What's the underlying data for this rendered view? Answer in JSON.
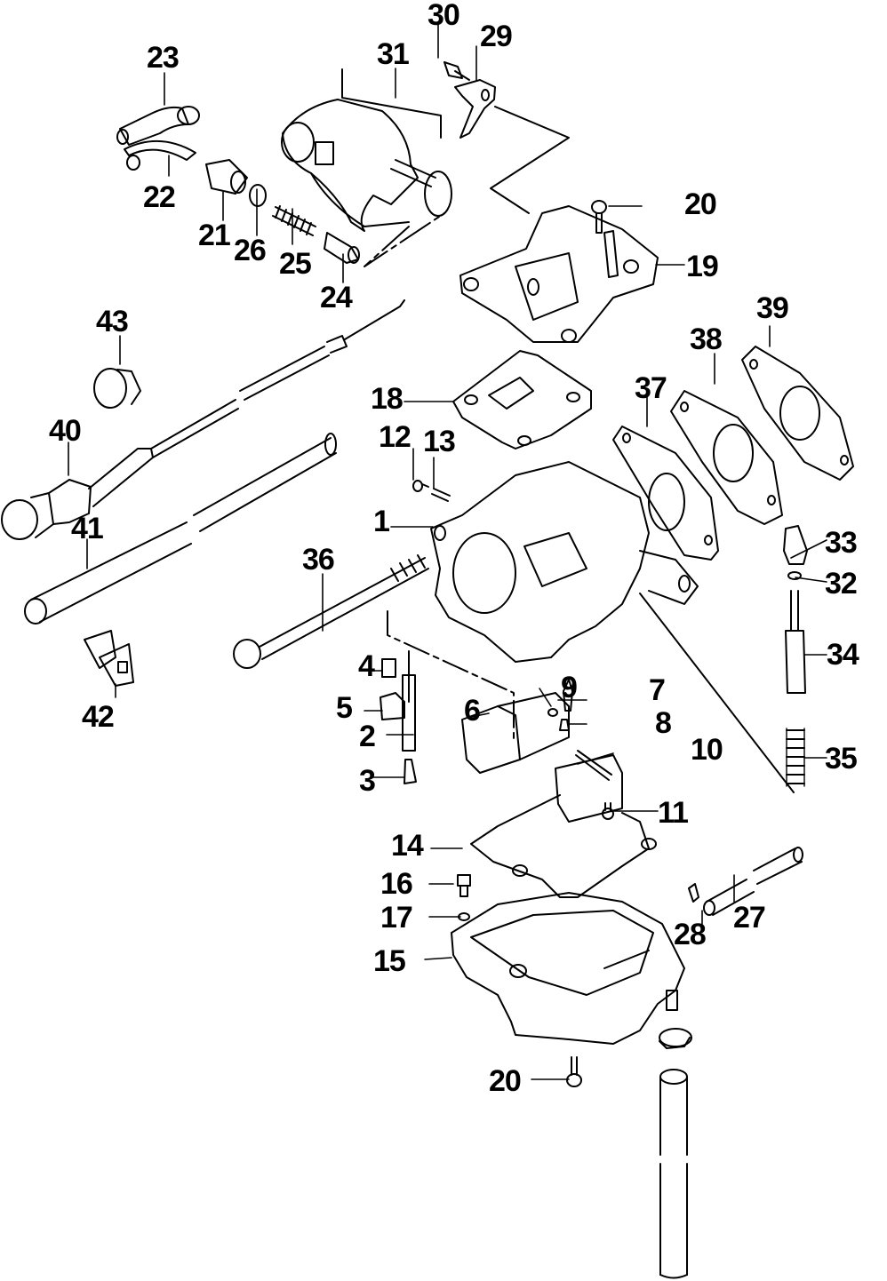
{
  "diagram": {
    "type": "exploded-parts-diagram",
    "subject": "carburetor assembly",
    "colors": {
      "line": "#000000",
      "background": "#ffffff"
    },
    "callouts": [
      {
        "id": "c1",
        "label": "1"
      },
      {
        "id": "c2",
        "label": "2"
      },
      {
        "id": "c3",
        "label": "3"
      },
      {
        "id": "c4",
        "label": "4"
      },
      {
        "id": "c5",
        "label": "5"
      },
      {
        "id": "c6",
        "label": "6"
      },
      {
        "id": "c7",
        "label": "7"
      },
      {
        "id": "c8",
        "label": "8"
      },
      {
        "id": "c9",
        "label": "9"
      },
      {
        "id": "c10",
        "label": "10"
      },
      {
        "id": "c11",
        "label": "11"
      },
      {
        "id": "c12",
        "label": "12"
      },
      {
        "id": "c13",
        "label": "13"
      },
      {
        "id": "c14",
        "label": "14"
      },
      {
        "id": "c15",
        "label": "15"
      },
      {
        "id": "c16",
        "label": "16"
      },
      {
        "id": "c17",
        "label": "17"
      },
      {
        "id": "c18",
        "label": "18"
      },
      {
        "id": "c19",
        "label": "19"
      },
      {
        "id": "c20a",
        "label": "20"
      },
      {
        "id": "c20b",
        "label": "20"
      },
      {
        "id": "c21",
        "label": "21"
      },
      {
        "id": "c22",
        "label": "22"
      },
      {
        "id": "c23",
        "label": "23"
      },
      {
        "id": "c24",
        "label": "24"
      },
      {
        "id": "c25",
        "label": "25"
      },
      {
        "id": "c26",
        "label": "26"
      },
      {
        "id": "c27",
        "label": "27"
      },
      {
        "id": "c28",
        "label": "28"
      },
      {
        "id": "c29",
        "label": "29"
      },
      {
        "id": "c30",
        "label": "30"
      },
      {
        "id": "c31",
        "label": "31"
      },
      {
        "id": "c32",
        "label": "32"
      },
      {
        "id": "c33",
        "label": "33"
      },
      {
        "id": "c34",
        "label": "34"
      },
      {
        "id": "c35",
        "label": "35"
      },
      {
        "id": "c36",
        "label": "36"
      },
      {
        "id": "c37",
        "label": "37"
      },
      {
        "id": "c38",
        "label": "38"
      },
      {
        "id": "c39",
        "label": "39"
      },
      {
        "id": "c40",
        "label": "40"
      },
      {
        "id": "c41",
        "label": "41"
      },
      {
        "id": "c42",
        "label": "42"
      },
      {
        "id": "c43",
        "label": "43"
      }
    ]
  }
}
